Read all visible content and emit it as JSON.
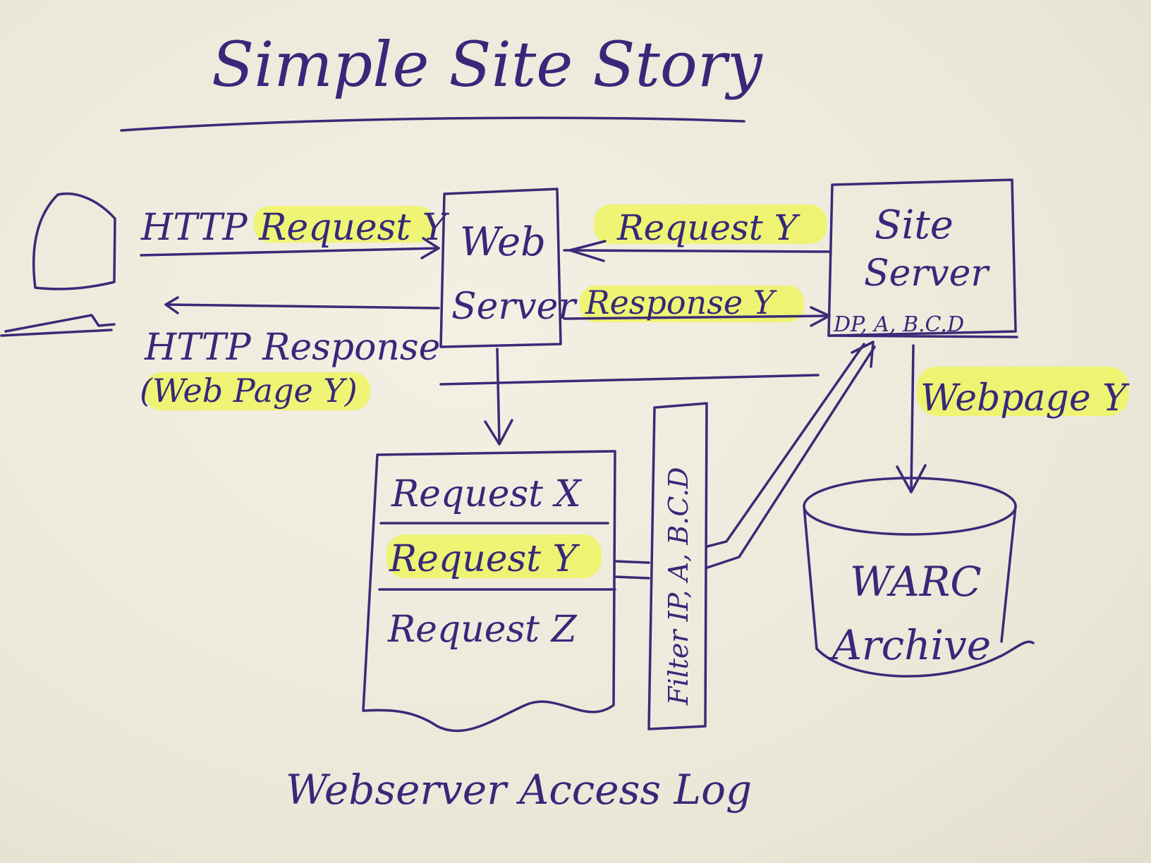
{
  "title": "Simple Site Story",
  "client": {
    "request_label": "HTTP Request Y",
    "response_label": "HTTP Response",
    "response_note": "(Web Page Y)"
  },
  "web_server": {
    "line1": "Web",
    "line2": "Server"
  },
  "site_server": {
    "line1": "Site",
    "line2": "Server",
    "ids": "DP, A, B.C.D"
  },
  "middle": {
    "request": "Request Y",
    "response": "Response Y"
  },
  "webpage_label": "Webpage Y",
  "access_log": {
    "rows": [
      "Request X",
      "Request Y",
      "Request Z"
    ],
    "caption": "Webserver Access Log"
  },
  "filter": {
    "label": "Filter IP, A, B.C.D"
  },
  "warc": {
    "line1": "WARC",
    "line2": "Archive"
  },
  "colors": {
    "ink": "#3a2a78",
    "highlight": "#eef560",
    "paper": "#eeeadc"
  }
}
